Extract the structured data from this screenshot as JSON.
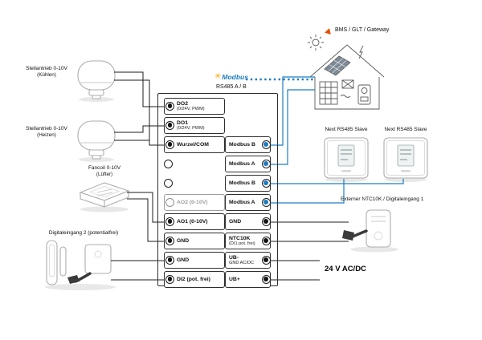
{
  "colors": {
    "modbus_blue": "#1d7dc2",
    "logo_orange": "#f6a800",
    "bms_marker": "#e05206",
    "wire_black": "#1c1c1c"
  },
  "icons": {
    "modbus_star": "✳"
  },
  "top": {
    "bms_label": "BMS / GLT / Gateway",
    "modbus_logo_text": "Modbus",
    "rs485_label": "RS485 A / B"
  },
  "left_devices": {
    "actuator_cool": {
      "label": "Stellantrieb 0-10V",
      "sublabel": "(Kühlen)"
    },
    "actuator_heat": {
      "label": "Stellantrieb 0-10V",
      "sublabel": "(Heizen)"
    },
    "fancoil": {
      "label": "Fancoil 0-10V",
      "sublabel": "(Lüfter)"
    },
    "digital_input": {
      "label": "Digitaleingang 2 (potentialfrei)"
    }
  },
  "controller": {
    "left_terminals": [
      {
        "label": "DO2",
        "sublabel": "(0/24V, PWM)"
      },
      {
        "label": "DO1",
        "sublabel": "(0/24V, PWM)"
      },
      {
        "label": "Wurzel/COM",
        "sublabel": ""
      },
      {
        "label": "",
        "sublabel": ""
      },
      {
        "label": "",
        "sublabel": ""
      },
      {
        "label": "AO2 (0-10V)",
        "sublabel": ""
      },
      {
        "label": "AO1 (0-10V)",
        "sublabel": ""
      },
      {
        "label": "GND",
        "sublabel": ""
      },
      {
        "label": "GND",
        "sublabel": ""
      },
      {
        "label": "DI2 (pot. frei)",
        "sublabel": ""
      }
    ],
    "right_terminals": [
      {
        "label": "Modbus B",
        "sublabel": ""
      },
      {
        "label": "Modbus A",
        "sublabel": ""
      },
      {
        "label": "Modbus B",
        "sublabel": ""
      },
      {
        "label": "Modbus A",
        "sublabel": ""
      },
      {
        "label": "GND",
        "sublabel": ""
      },
      {
        "label": "NTC10K",
        "sublabel": "(DI1 pot. frei)"
      },
      {
        "label": "UB-",
        "sublabel": "GND AC/DC"
      },
      {
        "label": "UB+",
        "sublabel": ""
      }
    ]
  },
  "right_devices": {
    "slave1": {
      "label": "Next RS485 Slave"
    },
    "slave2": {
      "label": "Next RS485 Slave"
    },
    "external_ntc": {
      "label": "Externer NTC10K / Digitaleingang 1"
    },
    "power": {
      "label": "24 V AC/DC"
    }
  }
}
